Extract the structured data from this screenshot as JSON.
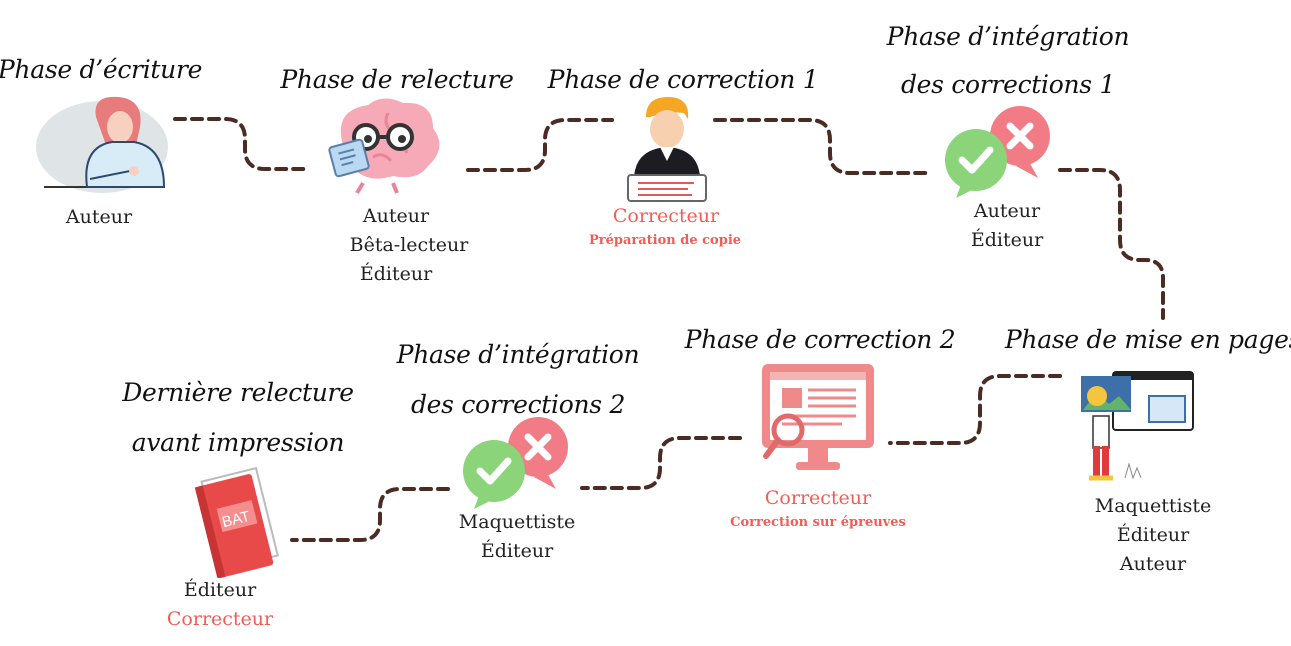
{
  "colors": {
    "connector": "#4a2c24",
    "accent": "#f25c54",
    "check": "#8bd47a",
    "cross": "#f27c85"
  },
  "phases": {
    "writing": {
      "title": "Phase d’écriture",
      "roles": [
        "Auteur"
      ],
      "icon": "person-writing-icon"
    },
    "review": {
      "title": "Phase de relecture",
      "roles": [
        "Auteur",
        "Bêta-lecteur",
        "Éditeur"
      ],
      "icon": "brain-reading-icon"
    },
    "correction1": {
      "title": "Phase de correction 1",
      "role_red": "Correcteur",
      "note": "Préparation de copie",
      "icon": "proofreader-icon"
    },
    "integration1": {
      "title_line1": "Phase d’intégration",
      "title_line2": "des corrections 1",
      "roles": [
        "Auteur",
        "Éditeur"
      ],
      "icon": "check-cross-bubbles-icon"
    },
    "layout": {
      "title": "Phase de mise en pages",
      "roles": [
        "Maquettiste",
        "Éditeur",
        "Auteur"
      ],
      "icon": "layout-designer-icon"
    },
    "correction2": {
      "title": "Phase de correction 2",
      "role_red": "Correcteur",
      "note": "Correction sur épreuves",
      "icon": "monitor-magnifier-icon"
    },
    "integration2": {
      "title_line1": "Phase d’intégration",
      "title_line2": "des corrections 2",
      "roles": [
        "Maquettiste",
        "Éditeur"
      ],
      "icon": "check-cross-bubbles-icon"
    },
    "final": {
      "title_line1": "Dernière relecture",
      "title_line2": "avant impression",
      "role": "Éditeur",
      "role_red": "Correcteur",
      "book_label": "BAT",
      "icon": "bat-book-icon"
    }
  }
}
